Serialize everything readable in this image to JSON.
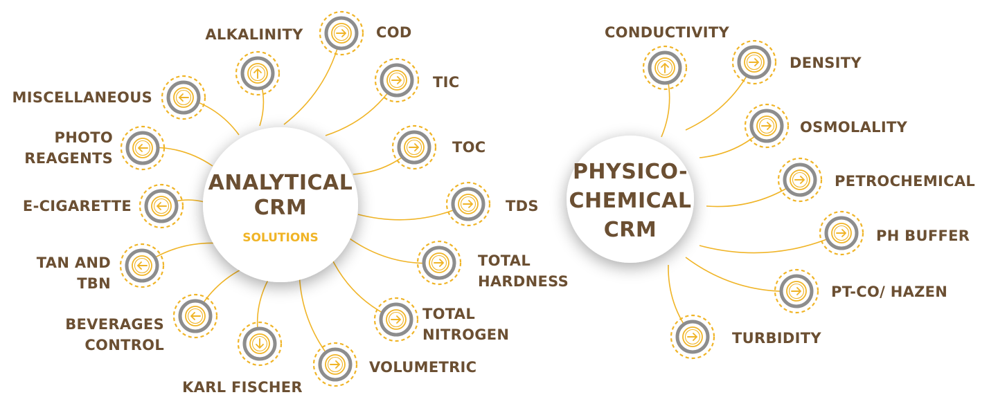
{
  "colors": {
    "brown": "#6b4f32",
    "gold": "#f0b426",
    "ring": "#8d8d8d",
    "line": "#f0b426"
  },
  "icon_name": "arrow-circle-icon",
  "left_hub": {
    "title_line1": "ANALYTICAL",
    "title_line2": "CRM",
    "subtitle": "SOLUTIONS",
    "items": [
      {
        "id": "alkalinity",
        "lines": [
          "ALKALINITY"
        ],
        "arrow": "up"
      },
      {
        "id": "cod",
        "lines": [
          "COD"
        ],
        "arrow": "right"
      },
      {
        "id": "tic",
        "lines": [
          "TIC"
        ],
        "arrow": "right"
      },
      {
        "id": "toc",
        "lines": [
          "TOC"
        ],
        "arrow": "right"
      },
      {
        "id": "tds",
        "lines": [
          "TDS"
        ],
        "arrow": "right"
      },
      {
        "id": "total-hardness",
        "lines": [
          "TOTAL",
          "HARDNESS"
        ],
        "arrow": "right"
      },
      {
        "id": "total-nitrogen",
        "lines": [
          "TOTAL",
          "NITROGEN"
        ],
        "arrow": "right"
      },
      {
        "id": "volumetric",
        "lines": [
          "VOLUMETRIC"
        ],
        "arrow": "right"
      },
      {
        "id": "karl-fischer",
        "lines": [
          "KARL FISCHER"
        ],
        "arrow": "down"
      },
      {
        "id": "beverages-control",
        "lines": [
          "BEVERAGES",
          "CONTROL"
        ],
        "arrow": "left"
      },
      {
        "id": "tan-and-tbn",
        "lines": [
          "TAN AND",
          "TBN"
        ],
        "arrow": "left"
      },
      {
        "id": "e-cigarette",
        "lines": [
          "E-CIGARETTE"
        ],
        "arrow": "left"
      },
      {
        "id": "photo-reagents",
        "lines": [
          "PHOTO",
          "REAGENTS"
        ],
        "arrow": "left"
      },
      {
        "id": "miscellaneous",
        "lines": [
          "MISCELLANEOUS"
        ],
        "arrow": "left"
      }
    ]
  },
  "right_hub": {
    "title_line1": "PHYSICO-",
    "title_line2": "CHEMICAL",
    "title_line3": "CRM",
    "items": [
      {
        "id": "conductivity",
        "lines": [
          "CONDUCTIVITY"
        ],
        "arrow": "up"
      },
      {
        "id": "density",
        "lines": [
          "DENSITY"
        ],
        "arrow": "right"
      },
      {
        "id": "osmolality",
        "lines": [
          "OSMOLALITY"
        ],
        "arrow": "right"
      },
      {
        "id": "petrochemical",
        "lines": [
          "PETROCHEMICAL"
        ],
        "arrow": "right"
      },
      {
        "id": "ph-buffer",
        "lines": [
          "PH BUFFER"
        ],
        "arrow": "right"
      },
      {
        "id": "pt-co-hazen",
        "lines": [
          "PT-CO/ HAZEN"
        ],
        "arrow": "right"
      },
      {
        "id": "turbidity",
        "lines": [
          "TURBIDITY"
        ],
        "arrow": "right"
      }
    ]
  }
}
